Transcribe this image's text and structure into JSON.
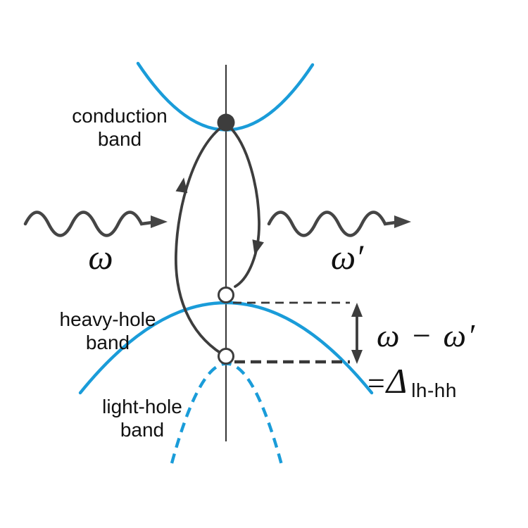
{
  "colors": {
    "band_blue": "#1a9cd9",
    "line_dark": "#3d3d3d",
    "text_black": "#111111"
  },
  "labels": {
    "conduction_band": "conduction\nband",
    "heavy_hole_band": "heavy-hole\nband",
    "light_hole_band": "light-hole\nband"
  },
  "symbols": {
    "incident_photon": "ω",
    "scattered_photon": "ω′",
    "raman_shift": "ω − ω′",
    "equals_sign": "=",
    "delta": "Δ",
    "delta_subscript": "lh-hh"
  },
  "icons": {
    "incident_photon_arrow": "wavy-arrow-right",
    "scattered_photon_arrow": "wavy-arrow-right",
    "excitation_arrow": "curved-arrow-up",
    "relaxation_arrow": "curved-arrow-down",
    "energy_difference_arrow": "double-headed-vertical-arrow",
    "electron_state": "filled-circle",
    "heavy_hole_state": "open-circle",
    "light_hole_state": "open-circle"
  }
}
